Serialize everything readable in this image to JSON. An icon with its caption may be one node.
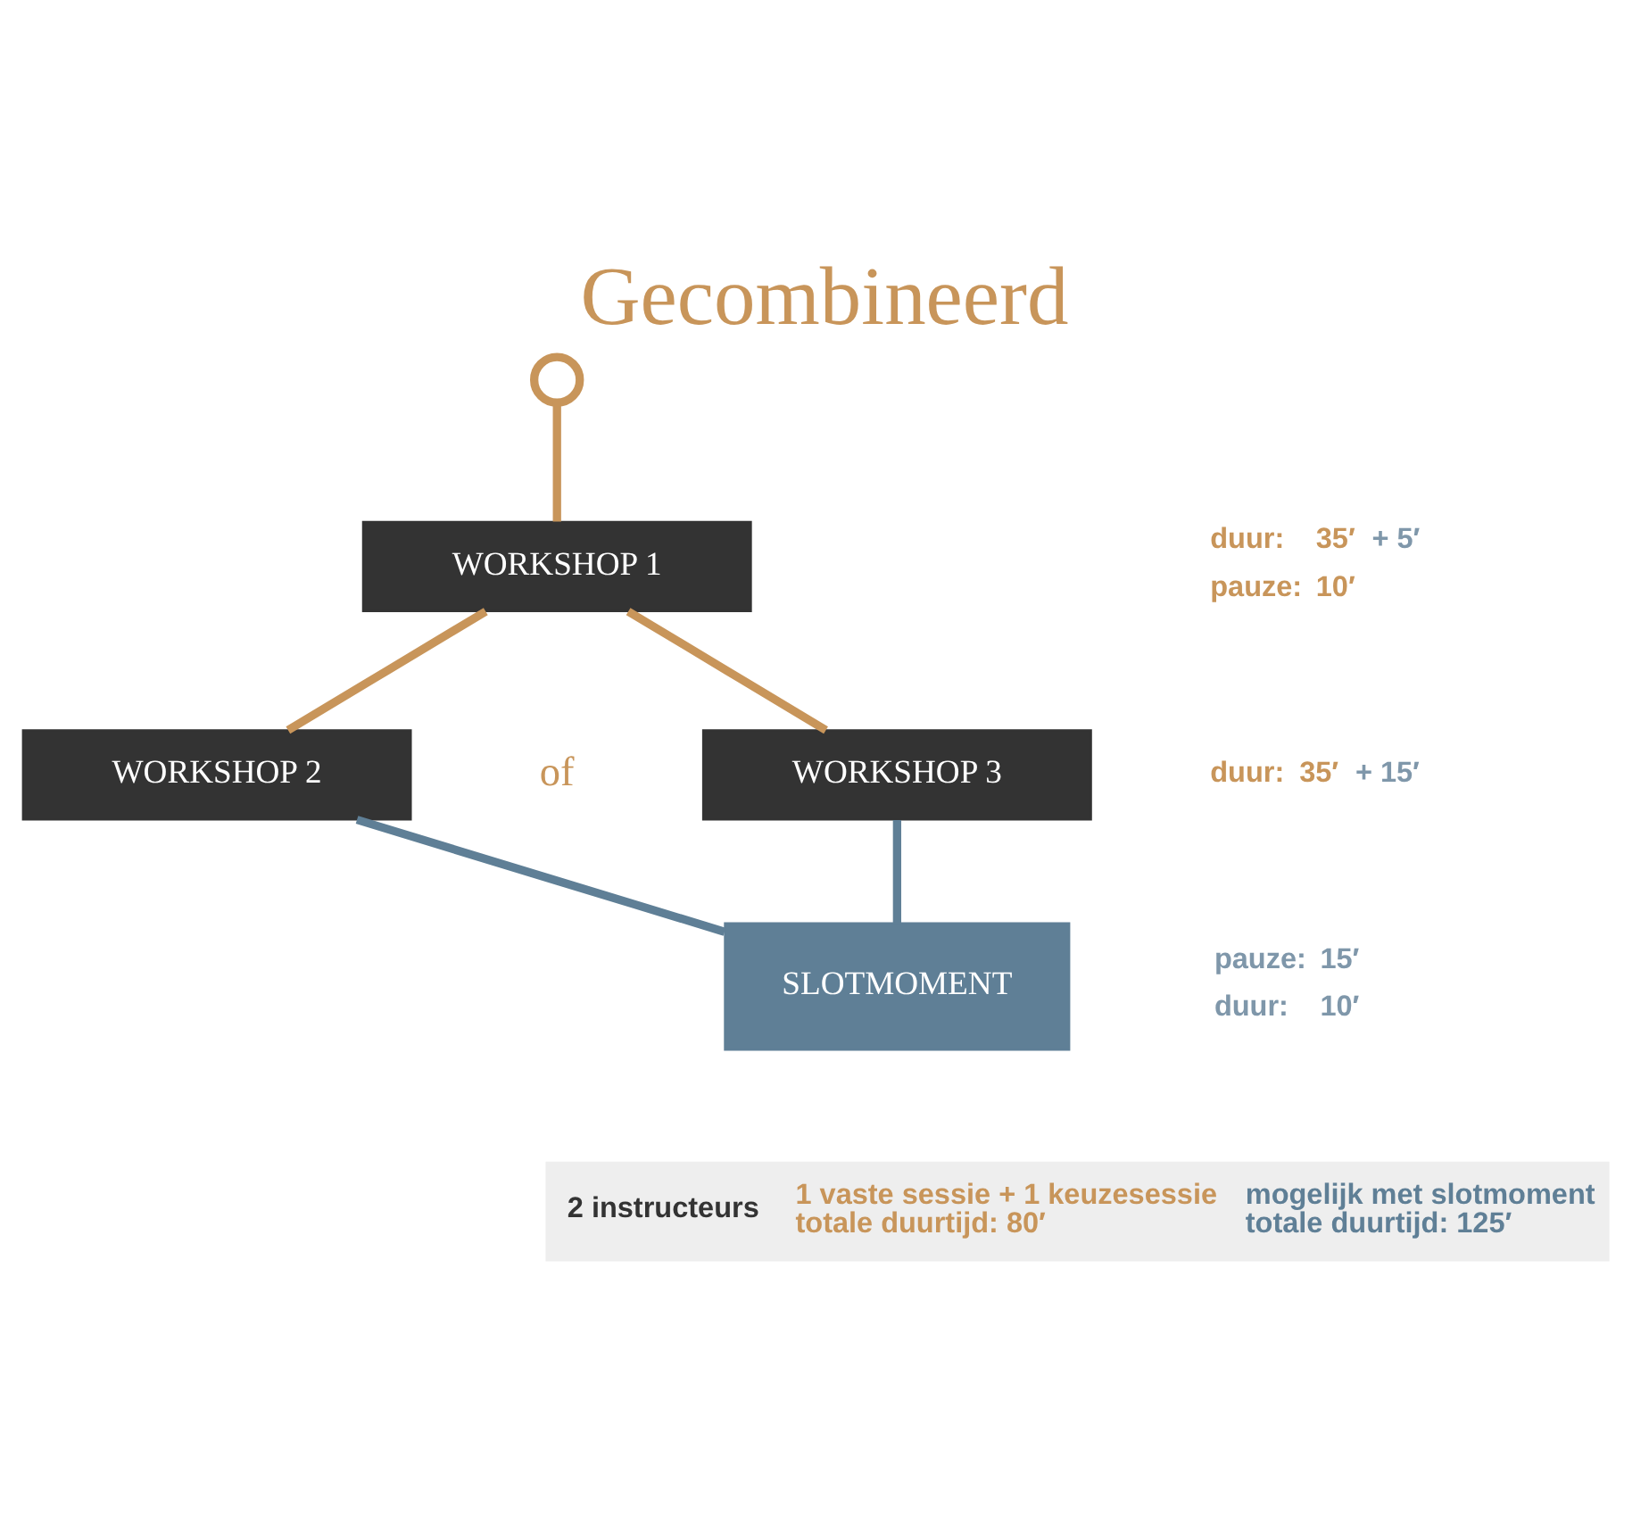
{
  "diagram": {
    "title": "Gecombineerd",
    "nodes": [
      {
        "text": [],
        "shape": "circle"
      },
      {
        "text": [
          "WORKSHOP 1"
        ]
      },
      {
        "text": [
          "WORKSHOP 2"
        ]
      },
      {
        "text": [
          "WORKSHOP 3"
        ]
      },
      {
        "text": [
          "SLOTMOMENT"
        ]
      }
    ],
    "edges": [
      {
        "from": 0,
        "to": 1,
        "arrow": "none"
      },
      {
        "from": 1,
        "to": 2,
        "arrow": "none"
      },
      {
        "from": 1,
        "to": 3,
        "arrow": "none"
      },
      {
        "from": 2,
        "to": 4,
        "arrow": "none",
        "color": "#5f7f96"
      },
      {
        "from": 3,
        "to": 4,
        "arrow": "none",
        "color": "#5f7f96"
      }
    ],
    "labels": [
      "duur:",
      "35′",
      "+ 5′",
      "pauze:",
      "10′",
      "duur:",
      "35′",
      "+ 15′",
      "of",
      "pauze:",
      "15′",
      "duur:",
      "10′",
      "2 instructeurs",
      "1 vaste sessie + 1 keuzesessie",
      "totale duurtijd: 80′",
      "mogelijk met slotmoment",
      "totale duurtijd: 125′"
    ]
  }
}
